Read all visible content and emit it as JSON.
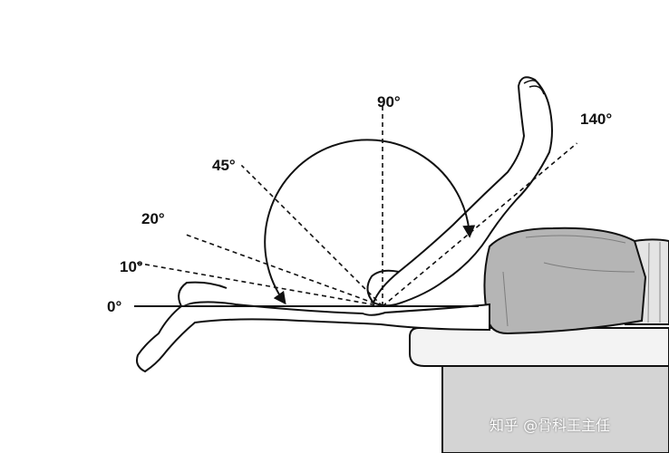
{
  "angles": [
    {
      "label": "0°",
      "degrees": 0
    },
    {
      "label": "10°",
      "degrees": 10
    },
    {
      "label": "20°",
      "degrees": 20
    },
    {
      "label": "45°",
      "degrees": 45
    },
    {
      "label": "90°",
      "degrees": 90
    },
    {
      "label": "140°",
      "degrees": 140
    }
  ],
  "colors": {
    "line": "#111111",
    "table": "#f3f3f3",
    "table_base": "#d4d4d4",
    "shorts": "#b5b5b5",
    "shirt": "#e4e4e4"
  },
  "watermark": "知乎 @骨科王主任"
}
